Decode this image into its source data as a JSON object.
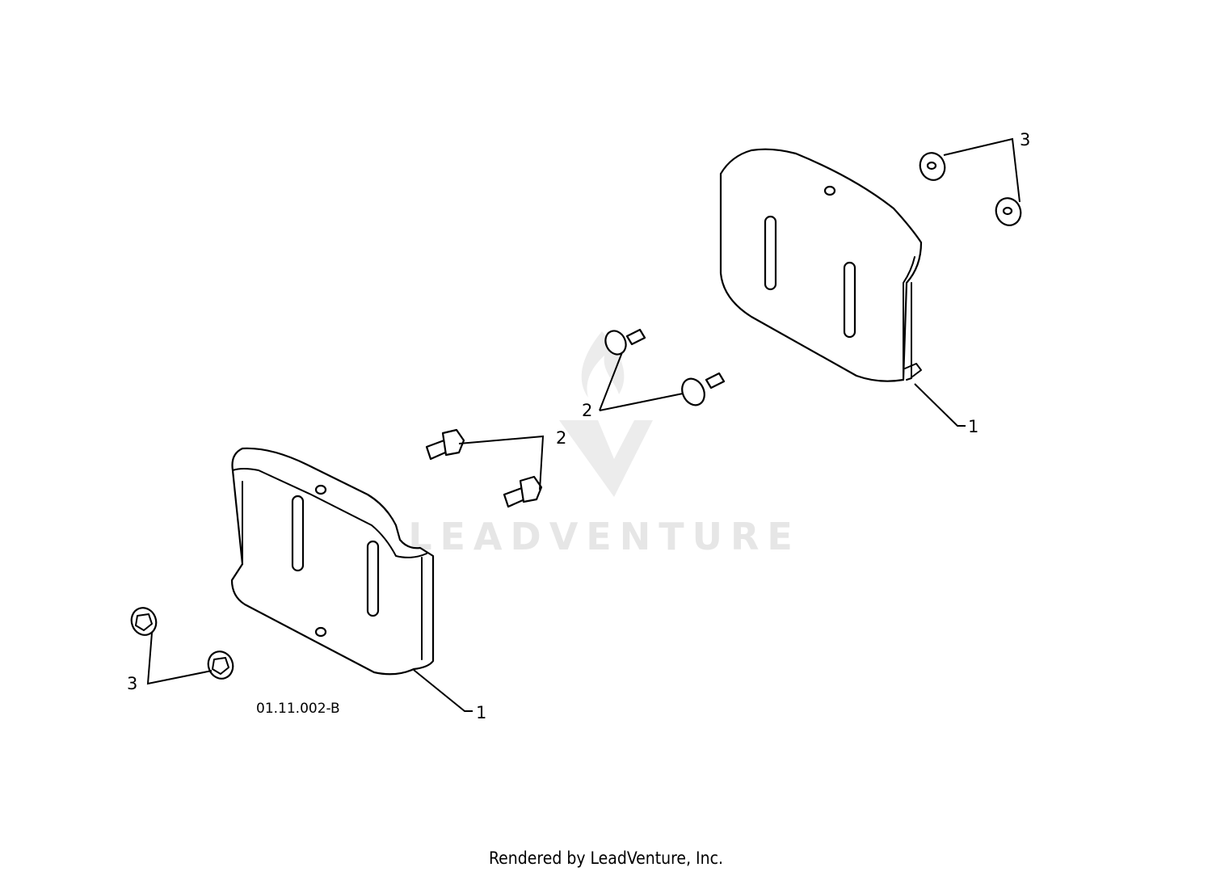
{
  "diagram": {
    "reference_code": "01.11.002-B",
    "callouts": {
      "skid_shoe": "1",
      "carriage_bolt": "2",
      "flange_nut": "3"
    },
    "watermark": "LEADVENTURE"
  },
  "footer": {
    "credit": "Rendered by LeadVenture, Inc."
  }
}
